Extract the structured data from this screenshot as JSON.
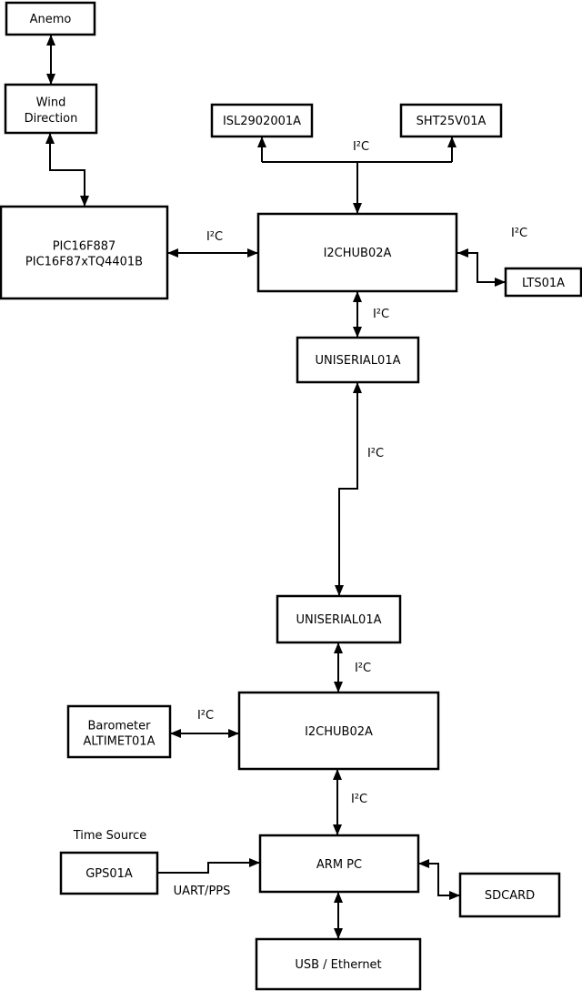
{
  "diagram": {
    "nodes": {
      "anemo": {
        "label": "Anemo"
      },
      "wind_direction": {
        "line1": "Wind",
        "line2": "Direction"
      },
      "pic": {
        "line1": "PIC16F887",
        "line2": "PIC16F87xTQ4401B"
      },
      "isl": {
        "label": "ISL2902001A"
      },
      "sht": {
        "label": "SHT25V01A"
      },
      "i2c_hub_top": {
        "label": "I2CHUB02A"
      },
      "lts": {
        "label": "LTS01A"
      },
      "uniserial_top": {
        "label": "UNISERIAL01A"
      },
      "uniserial_bottom": {
        "label": "UNISERIAL01A"
      },
      "i2c_hub_bottom": {
        "label": "I2CHUB02A"
      },
      "barometer": {
        "line1": "Barometer",
        "line2": "ALTIMET01A"
      },
      "gps": {
        "label": "GPS01A"
      },
      "arm_pc": {
        "label": "ARM PC"
      },
      "sdcard": {
        "label": "SDCARD"
      },
      "usb_ethernet": {
        "label": "USB / Ethernet"
      }
    },
    "annotations": {
      "time_source": "Time Source",
      "uart_pps": "UART/PPS"
    },
    "bus_labels": {
      "sensors_top": "I²C",
      "pic_hub": "I²C",
      "hub_lts": "I²C",
      "hub_uniserial": "I²C",
      "uniserial_link": "I²C",
      "uniserial_hub2": "I²C",
      "barometer_hub2": "I²C",
      "hub2_armpc": "I²C"
    },
    "colors": {
      "stroke": "#000000",
      "box_fill": "#ffffff",
      "background": "#ffffff"
    }
  }
}
